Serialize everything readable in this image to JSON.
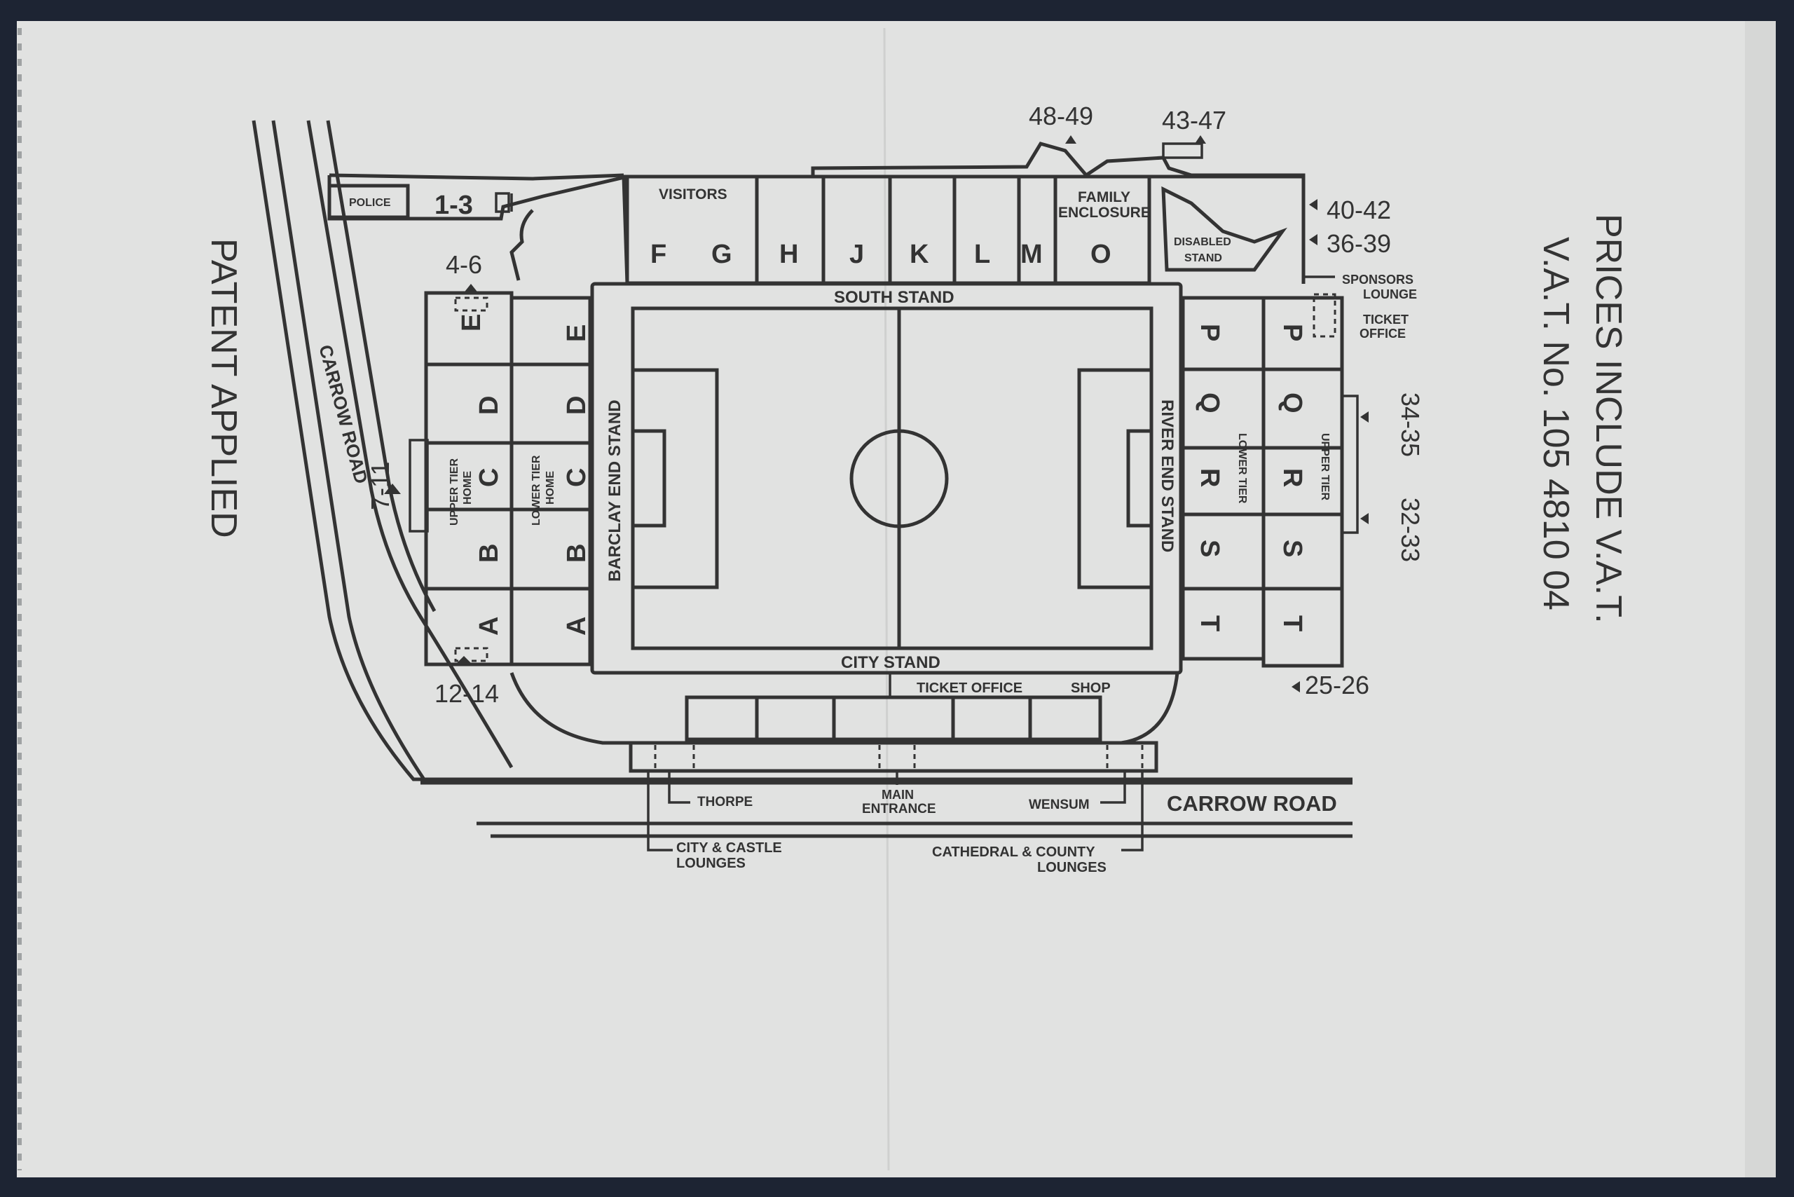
{
  "ticket": {
    "side_left": "PATENT APPLIED",
    "side_right_1": "PRICES INCLUDE V.A.T.",
    "side_right_2": "V.A.T. No. 105 4810 04"
  },
  "map": {
    "stands": {
      "south": "SOUTH STAND",
      "city": "CITY STAND",
      "barclay": "BARCLAY END STAND",
      "river": "RIVER END STAND"
    },
    "places": {
      "police": "POLICE",
      "visitors": "VISITORS",
      "family_1": "FAMILY",
      "family_2": "ENCLOSURE",
      "disabled_1": "DISABLED",
      "disabled_2": "STAND",
      "sponsors_1": "SPONSORS",
      "sponsors_2": "LOUNGE",
      "ticket_office_r_1": "TICKET",
      "ticket_office_r_2": "OFFICE",
      "ticket_office_b": "TICKET OFFICE",
      "shop": "SHOP",
      "thorpe": "THORPE",
      "main_entrance_1": "MAIN",
      "main_entrance_2": "ENTRANCE",
      "wensum": "WENSUM",
      "city_castle_1": "CITY & CASTLE",
      "city_castle_2": "LOUNGES",
      "cathedral_1": "CATHEDRAL & COUNTY",
      "cathedral_2": "LOUNGES",
      "road_left": "CARROW ROAD",
      "road_bottom": "CARROW ROAD",
      "upper_home_1": "UPPER TIER",
      "upper_home_2": "HOME",
      "lower_home_1": "LOWER TIER",
      "lower_home_2": "HOME",
      "lower_tier_r": "LOWER TIER",
      "upper_tier_r": "UPPER TIER"
    },
    "sections": {
      "south": [
        "F",
        "G",
        "H",
        "J",
        "K",
        "L",
        "M",
        "O"
      ],
      "barclay_upper": [
        "E",
        "D",
        "C",
        "B",
        "A"
      ],
      "barclay_lower": [
        "E",
        "D",
        "C",
        "B",
        "A"
      ],
      "river_lower": [
        "P",
        "Q",
        "R",
        "S",
        "T"
      ],
      "river_upper": [
        "P",
        "Q",
        "R",
        "S",
        "T"
      ]
    },
    "gates": {
      "g1_3": "1-3",
      "g4_6": "4-6",
      "g7_11": "7-11",
      "g12_14": "12-14",
      "g48_49": "48-49",
      "g43_47": "43-47",
      "g40_42": "40-42",
      "g36_39": "36-39",
      "g34_35": "34-35",
      "g32_33": "32-33",
      "g25_26": "25-26"
    }
  }
}
